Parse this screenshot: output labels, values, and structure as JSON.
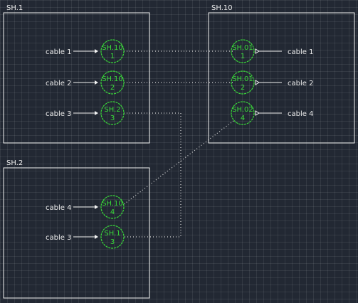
{
  "colors": {
    "background": "#222833",
    "frame": "#f2f2f2",
    "connector": "#39d839",
    "link": "#d8d8d8",
    "text": "#eaeaea"
  },
  "sheets": [
    {
      "id": "sh1",
      "title": "SH.1"
    },
    {
      "id": "sh10",
      "title": "SH.10"
    },
    {
      "id": "sh2",
      "title": "SH.2"
    }
  ],
  "connectors": [
    {
      "id": "c1",
      "sheet": "sh1",
      "cable": "cable 1",
      "ref": "SH.10",
      "num": "1"
    },
    {
      "id": "c2",
      "sheet": "sh1",
      "cable": "cable 2",
      "ref": "SH.10",
      "num": "2"
    },
    {
      "id": "c3",
      "sheet": "sh1",
      "cable": "cable 3",
      "ref": "SH.2",
      "num": "3"
    },
    {
      "id": "c4",
      "sheet": "sh10",
      "cable": "cable 1",
      "ref": "SH.01",
      "num": "1"
    },
    {
      "id": "c5",
      "sheet": "sh10",
      "cable": "cable 2",
      "ref": "SH.01",
      "num": "2"
    },
    {
      "id": "c6",
      "sheet": "sh10",
      "cable": "cable 4",
      "ref": "SH.02",
      "num": "4"
    },
    {
      "id": "c7",
      "sheet": "sh2",
      "cable": "cable 4",
      "ref": "SH.10",
      "num": "4"
    },
    {
      "id": "c8",
      "sheet": "sh2",
      "cable": "cable 3",
      "ref": "SH.1",
      "num": "3"
    }
  ]
}
